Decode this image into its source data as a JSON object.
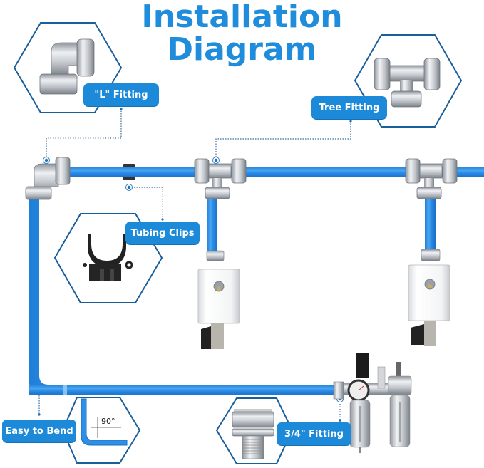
{
  "title": {
    "line1": "Installation",
    "line2": "Diagram"
  },
  "callouts": {
    "l_fitting": {
      "label": "\"L\" Fitting",
      "icon": "elbow-fitting-icon"
    },
    "tree_fitting": {
      "label": "Tree Fitting",
      "icon": "tee-fitting-icon"
    },
    "tubing_clips": {
      "label": "Tubing Clips",
      "icon": "tubing-clip-icon"
    },
    "easy_to_bend": {
      "label": "Easy to Bend",
      "icon": "bent-pipe-icon",
      "angle_label": "90°"
    },
    "three_quarter_fitting": {
      "label": "3/4\" Fitting",
      "icon": "threaded-fitting-icon"
    }
  },
  "components": {
    "outlets": [
      "outlet-block-1",
      "outlet-block-2"
    ],
    "filter": "air-filter-regulator-lubricator"
  },
  "colors": {
    "title": "#1f8ddc",
    "pill": "#1c8ad9",
    "pipe": "#2f8fe6",
    "pipe_highlight": "#8cc6f5",
    "hex_outline": "#1a5e9a",
    "connector": "#3b6c9a",
    "metal": "#c9cdd2"
  }
}
